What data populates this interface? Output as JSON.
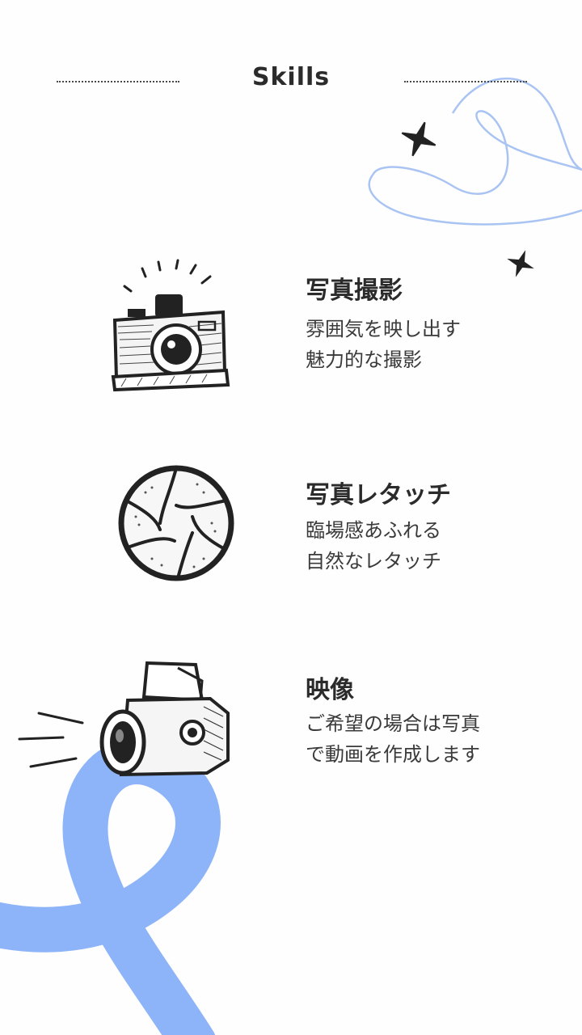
{
  "header": {
    "title": "Skills"
  },
  "skills": [
    {
      "icon": "camera-icon",
      "name": "写真撮影",
      "line1": "雰囲気を映し出す",
      "line2": "魅力的な撮影"
    },
    {
      "icon": "aperture-icon",
      "name": "写真レタッチ",
      "line1": "臨場感あふれる",
      "line2": "自然なレタッチ"
    },
    {
      "icon": "video-camera-icon",
      "name": "映像",
      "line1": "ご希望の場合は写真",
      "line2": "で動画を作成します"
    }
  ],
  "colors": {
    "accent": "#8db4f8",
    "accent_light": "#a9c4f3",
    "ink": "#2b2b2b"
  }
}
